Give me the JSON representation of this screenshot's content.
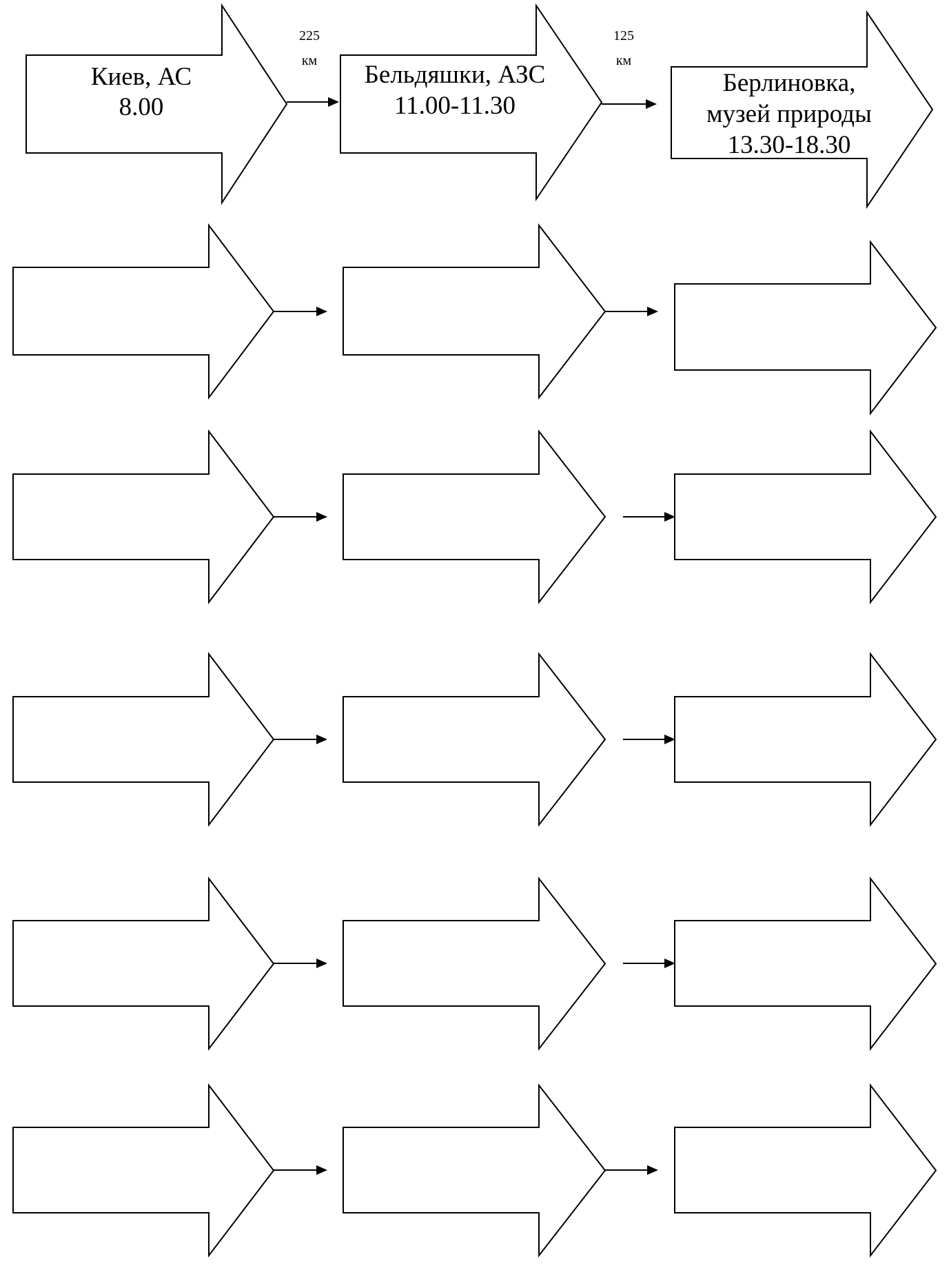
{
  "route": {
    "stops": [
      {
        "lines": [
          "Киев, АС",
          "8.00"
        ]
      },
      {
        "lines": [
          "Бельдяшки, АЗС",
          "11.00-11.30"
        ]
      },
      {
        "lines": [
          "Берлиновка,",
          "музей природы",
          "13.30-18.30"
        ]
      }
    ],
    "legs": [
      {
        "distance": "225",
        "unit": "км"
      },
      {
        "distance": "125",
        "unit": "км"
      }
    ]
  },
  "blank_rows": 5
}
